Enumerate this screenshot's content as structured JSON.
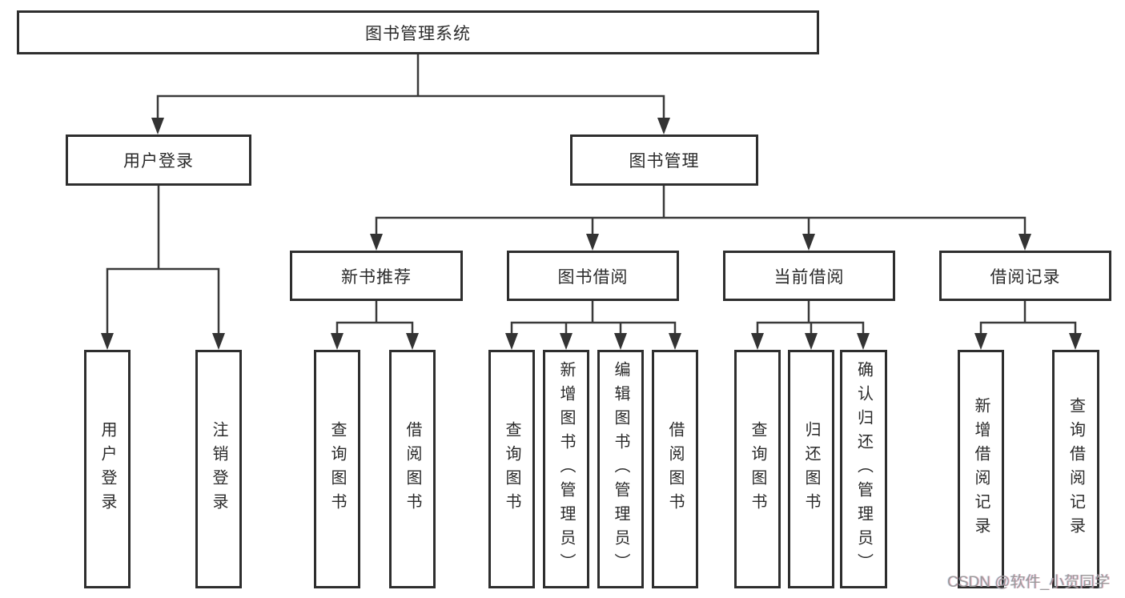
{
  "tree": {
    "label": "图书管理系统",
    "children": [
      {
        "label": "用户登录",
        "children": [
          {
            "label": "用户登录"
          },
          {
            "label": "注销登录"
          }
        ]
      },
      {
        "label": "图书管理",
        "children": [
          {
            "label": "新书推荐",
            "children": [
              {
                "label": "查询图书"
              },
              {
                "label": "借阅图书"
              }
            ]
          },
          {
            "label": "图书借阅",
            "children": [
              {
                "label": "查询图书"
              },
              {
                "label": "新增图书（管理员）"
              },
              {
                "label": "编辑图书（管理员）"
              },
              {
                "label": "借阅图书"
              }
            ]
          },
          {
            "label": "当前借阅",
            "children": [
              {
                "label": "查询图书"
              },
              {
                "label": "归还图书"
              },
              {
                "label": "确认归还（管理员）"
              }
            ]
          },
          {
            "label": "借阅记录",
            "children": [
              {
                "label": "新增借阅记录"
              },
              {
                "label": "查询借阅记录"
              }
            ]
          }
        ]
      }
    ]
  },
  "watermark": {
    "text": "CSDN @软件_小贺同学"
  },
  "colors": {
    "line": "#3a3a3a",
    "border": "#2e2e2e",
    "watermark": "#9b9b9b"
  }
}
